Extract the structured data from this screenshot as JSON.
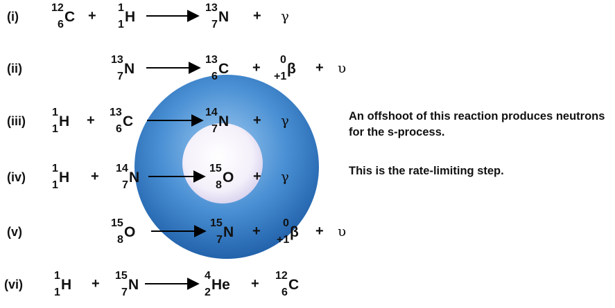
{
  "colors": {
    "outer_sphere_edge": "#1f5fa8",
    "outer_sphere_mid": "#4a90d4",
    "outer_sphere_light": "#9fcaf0",
    "inner_core": "#f4f0fa",
    "arrow": "#000000"
  },
  "reactions": [
    {
      "label": "(i)",
      "reactants": [
        {
          "mass": "12",
          "atomic": "6",
          "symbol": "C"
        },
        {
          "mass": "1",
          "atomic": "1",
          "symbol": "H"
        }
      ],
      "products": [
        {
          "mass": "13",
          "atomic": "7",
          "symbol": "N"
        },
        {
          "symbol": "γ"
        }
      ]
    },
    {
      "label": "(ii)",
      "reactants": [
        {
          "mass": "13",
          "atomic": "7",
          "symbol": "N"
        }
      ],
      "products": [
        {
          "mass": "13",
          "atomic": "6",
          "symbol": "C"
        },
        {
          "mass": "0",
          "atomic": "+1",
          "symbol": "β"
        },
        {
          "symbol": "υ"
        }
      ]
    },
    {
      "label": "(iii)",
      "reactants": [
        {
          "mass": "1",
          "atomic": "1",
          "symbol": "H"
        },
        {
          "mass": "13",
          "atomic": "6",
          "symbol": "C"
        }
      ],
      "products": [
        {
          "mass": "14",
          "atomic": "7",
          "symbol": "N"
        },
        {
          "symbol": "γ"
        }
      ]
    },
    {
      "label": "(iv)",
      "reactants": [
        {
          "mass": "1",
          "atomic": "1",
          "symbol": "H"
        },
        {
          "mass": "14",
          "atomic": "7",
          "symbol": "N"
        }
      ],
      "products": [
        {
          "mass": "15",
          "atomic": "8",
          "symbol": "O"
        },
        {
          "symbol": "γ"
        }
      ]
    },
    {
      "label": "(v)",
      "reactants": [
        {
          "mass": "15",
          "atomic": "8",
          "symbol": "O"
        }
      ],
      "products": [
        {
          "mass": "15",
          "atomic": "7",
          "symbol": "N"
        },
        {
          "mass": "0",
          "atomic": "+1",
          "symbol": "β"
        },
        {
          "symbol": "υ"
        }
      ]
    },
    {
      "label": "(vi)",
      "reactants": [
        {
          "mass": "1",
          "atomic": "1",
          "symbol": "H"
        },
        {
          "mass": "15",
          "atomic": "7",
          "symbol": "N"
        }
      ],
      "products": [
        {
          "mass": "4",
          "atomic": "2",
          "symbol": "He"
        },
        {
          "mass": "12",
          "atomic": "6",
          "symbol": "C"
        }
      ]
    }
  ],
  "plus_sign": "+",
  "annotations": {
    "iii": "An offshoot of this reaction produces neutrons for the s-process.",
    "iv": "This is the rate-limiting step."
  }
}
